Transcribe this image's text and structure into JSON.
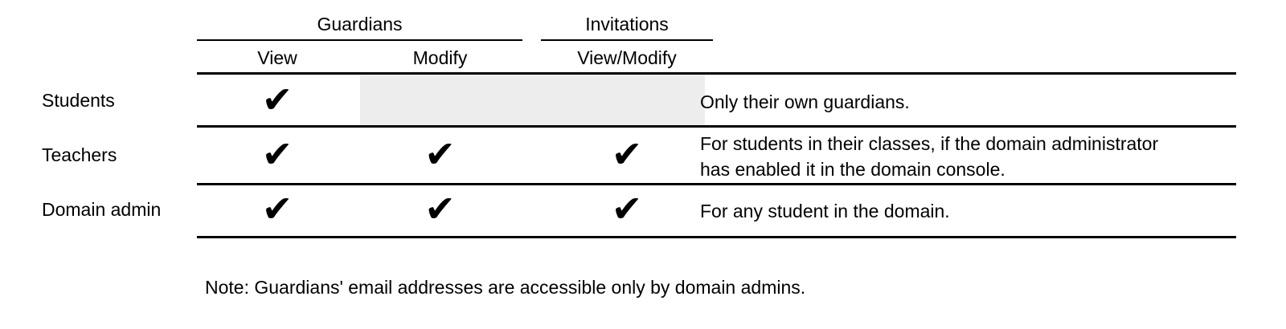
{
  "table": {
    "column_groups": [
      {
        "label": "Guardians"
      },
      {
        "label": "Invitations"
      }
    ],
    "columns": [
      {
        "label": "View"
      },
      {
        "label": "Modify"
      },
      {
        "label": "View/Modify"
      }
    ],
    "rows": [
      {
        "label": "Students",
        "view": true,
        "modify": false,
        "view_modify": false,
        "note_lines": [
          "Only their own guardians."
        ]
      },
      {
        "label": "Teachers",
        "view": true,
        "modify": true,
        "view_modify": true,
        "note_lines": [
          "For students in their classes, if the domain administrator",
          "has enabled it in the domain console."
        ]
      },
      {
        "label": "Domain admin",
        "view": true,
        "modify": true,
        "view_modify": true,
        "note_lines": [
          "For any student in the domain."
        ]
      }
    ],
    "check_glyph": "✔",
    "colors": {
      "text": "#000000",
      "line": "#000000",
      "disabled_cell": "#ededed"
    }
  },
  "footnote": "Note: Guardians' email addresses are accessible only by domain admins."
}
